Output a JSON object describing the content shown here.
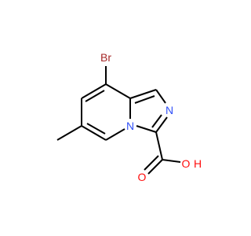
{
  "molecule": {
    "atoms": {
      "bromine": {
        "label": "Br",
        "color": "#a62929"
      },
      "imidazole_nitrogen": {
        "label": "N",
        "color": "#3050f8"
      },
      "bridgehead_nitrogen": {
        "label": "N",
        "color": "#3050f8"
      },
      "carbonyl_oxygen": {
        "label": "O",
        "color": "#ff0d0d"
      },
      "hydroxyl_oxygen_h": {
        "label": "H",
        "color": "#ff0d0d"
      },
      "hydroxyl_oxygen": {
        "label": "O",
        "color": "#ff0d0d"
      }
    },
    "bond_color": "#000000"
  }
}
